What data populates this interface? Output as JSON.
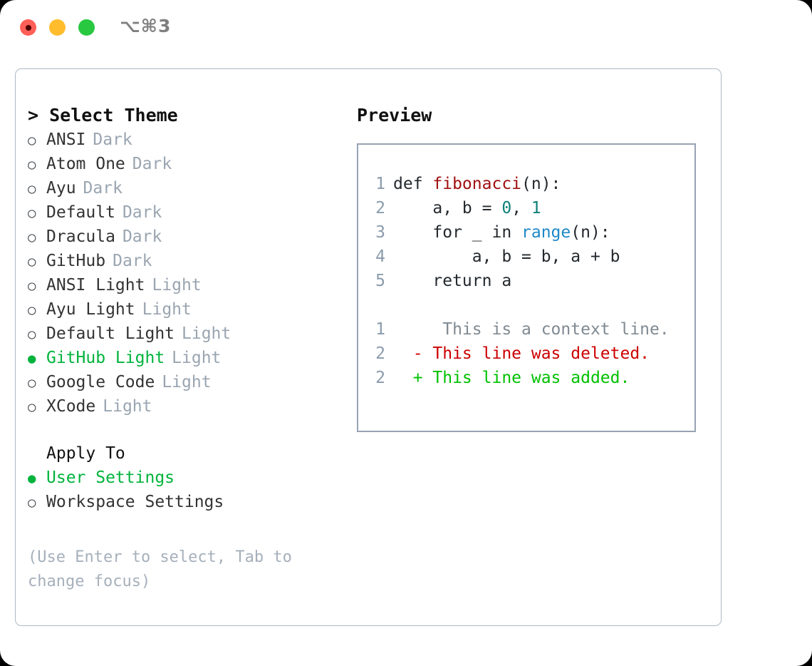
{
  "titlebar": {
    "shortcut": "⌥⌘3",
    "lights": [
      "close",
      "minimize",
      "maximize"
    ]
  },
  "left": {
    "header": "> Select Theme",
    "themes": [
      {
        "bullet": "○",
        "name": "ANSI",
        "badge": "Dark",
        "selected": false
      },
      {
        "bullet": "○",
        "name": "Atom One",
        "badge": "Dark",
        "selected": false
      },
      {
        "bullet": "○",
        "name": "Ayu",
        "badge": "Dark",
        "selected": false
      },
      {
        "bullet": "○",
        "name": "Default",
        "badge": "Dark",
        "selected": false
      },
      {
        "bullet": "○",
        "name": "Dracula",
        "badge": "Dark",
        "selected": false
      },
      {
        "bullet": "○",
        "name": "GitHub",
        "badge": "Dark",
        "selected": false
      },
      {
        "bullet": "○",
        "name": "ANSI Light",
        "badge": "Light",
        "selected": false
      },
      {
        "bullet": "○",
        "name": "Ayu Light",
        "badge": "Light",
        "selected": false
      },
      {
        "bullet": "○",
        "name": "Default Light",
        "badge": "Light",
        "selected": false
      },
      {
        "bullet": "●",
        "name": "GitHub Light",
        "badge": "Light",
        "selected": true
      },
      {
        "bullet": "○",
        "name": "Google Code",
        "badge": "Light",
        "selected": false
      },
      {
        "bullet": "○",
        "name": "XCode",
        "badge": "Light",
        "selected": false
      }
    ],
    "apply_to": {
      "header": "Apply To",
      "options": [
        {
          "bullet": "●",
          "name": "User Settings",
          "selected": true
        },
        {
          "bullet": "○",
          "name": "Workspace Settings",
          "selected": false
        }
      ]
    },
    "hint": "(Use Enter to select, Tab to change focus)"
  },
  "right": {
    "title": "Preview",
    "code": [
      {
        "num": "1",
        "tokens": [
          {
            "t": "def ",
            "c": "plain"
          },
          {
            "t": "fibonacci",
            "c": "fn"
          },
          {
            "t": "(n):",
            "c": "plain"
          }
        ]
      },
      {
        "num": "2",
        "tokens": [
          {
            "t": "    a, b = ",
            "c": "plain"
          },
          {
            "t": "0",
            "c": "num"
          },
          {
            "t": ", ",
            "c": "plain"
          },
          {
            "t": "1",
            "c": "num"
          }
        ]
      },
      {
        "num": "3",
        "tokens": [
          {
            "t": "    for _ in ",
            "c": "plain"
          },
          {
            "t": "range",
            "c": "bi"
          },
          {
            "t": "(n):",
            "c": "plain"
          }
        ]
      },
      {
        "num": "4",
        "tokens": [
          {
            "t": "        a, b = b, a + b",
            "c": "plain"
          }
        ]
      },
      {
        "num": "5",
        "tokens": [
          {
            "t": "    return a",
            "c": "plain"
          }
        ]
      }
    ],
    "diff": [
      {
        "num": "1",
        "marker": " ",
        "text": "  This is a context line.",
        "kind": "ctx"
      },
      {
        "num": "2",
        "marker": "-",
        "text": " This line was deleted.",
        "kind": "del"
      },
      {
        "num": "2",
        "marker": "+",
        "text": " This line was added.",
        "kind": "add"
      }
    ]
  },
  "colors": {
    "accent_green": "#00b33c",
    "diff_add": "#00c000",
    "diff_del": "#cc0000",
    "muted": "#9aa5b1",
    "fn": "#a01010",
    "num": "#0d8079",
    "builtin": "#1e88c7"
  }
}
